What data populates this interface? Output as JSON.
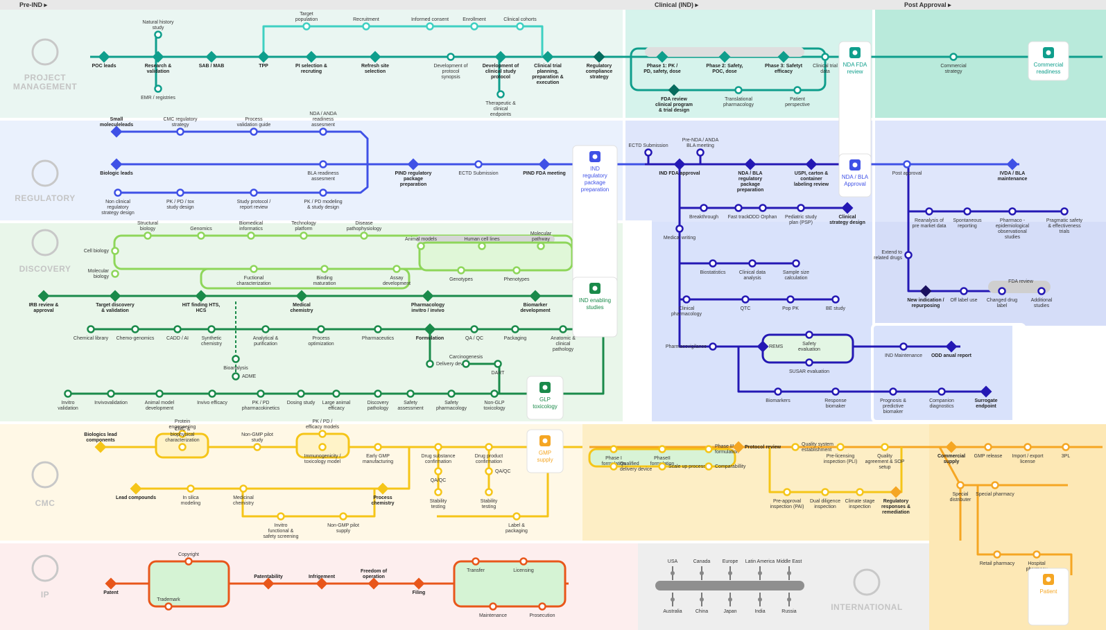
{
  "phases": [
    "Pre-IND ▸",
    "Clinical (IND) ▸",
    "Post Approval ▸"
  ],
  "colors": {
    "pm": "#0f9e8c",
    "pm_light": "#3fd0c2",
    "reg": "#3f51e6",
    "reg_dark": "#2418b4",
    "disc": "#1a8a4a",
    "disc_light": "#8ed65a",
    "cmc": "#f5c518",
    "cmc_dark": "#f5a623",
    "ip": "#e8561a",
    "intl": "#999999"
  },
  "bands": [
    {
      "key": "pm",
      "title": "PROJECT MANAGEMENT",
      "icon": "puzzle-icon"
    },
    {
      "key": "reg",
      "title": "REGULATORY",
      "icon": "bank-icon"
    },
    {
      "key": "disc",
      "title": "DISCOVERY",
      "icon": "flask-icon"
    },
    {
      "key": "cmc",
      "title": "CMC",
      "icon": "molecule-icon"
    },
    {
      "key": "ip",
      "title": "IP",
      "icon": "shield-check-icon"
    },
    {
      "key": "intl",
      "title": "INTERNATIONAL",
      "icon": "airplane-icon"
    }
  ],
  "cards": [
    {
      "label": "NDA FDA review",
      "color": "#0f9e8c"
    },
    {
      "label": "Commercial readiness",
      "color": "#0f9e8c"
    },
    {
      "label": "IND regulatory package preparation",
      "color": "#3f51e6"
    },
    {
      "label": "NDA / BLA Approval",
      "color": "#3f51e6"
    },
    {
      "label": "IND enabling studies",
      "color": "#1a8a4a"
    },
    {
      "label": "GLP toxicology",
      "color": "#1a8a4a"
    },
    {
      "label": "GMP supply",
      "color": "#f5a623"
    },
    {
      "label": "Patient",
      "color": "#f5a623"
    }
  ],
  "nodes": [
    {
      "t": "POC leads",
      "c": "pm",
      "s": "d",
      "b": 1
    },
    {
      "t": "Natural history study",
      "c": "pm",
      "s": "c"
    },
    {
      "t": "Research & validation",
      "c": "pm",
      "s": "d",
      "b": 1
    },
    {
      "t": "EMR / registries",
      "c": "pm",
      "s": "c"
    },
    {
      "t": "SAB / MAB",
      "c": "pm",
      "s": "d",
      "b": 1
    },
    {
      "t": "TPP",
      "c": "pm",
      "s": "d",
      "b": 1
    },
    {
      "t": "Target population",
      "c": "pm_light",
      "s": "c"
    },
    {
      "t": "Recruitment",
      "c": "pm_light",
      "s": "c"
    },
    {
      "t": "Informed consent",
      "c": "pm_light",
      "s": "c"
    },
    {
      "t": "Enrollment",
      "c": "pm_light",
      "s": "c"
    },
    {
      "t": "Clinical cohorts",
      "c": "pm_light",
      "s": "c"
    },
    {
      "t": "PI selection & recruting",
      "c": "pm",
      "s": "d",
      "b": 1
    },
    {
      "t": "Refresh site selection",
      "c": "pm",
      "s": "d",
      "b": 1
    },
    {
      "t": "Development of protocol synopsis",
      "c": "pm",
      "s": "c"
    },
    {
      "t": "Development of clinical study protocol",
      "c": "pm",
      "s": "d",
      "b": 1
    },
    {
      "t": "Therapeutic & clinical endpoints",
      "c": "pm",
      "s": "c"
    },
    {
      "t": "Clinical trial planning, preparation & execution",
      "c": "pm",
      "s": "d",
      "b": 1
    },
    {
      "t": "Regulatory compliance strategy",
      "c": "pm",
      "s": "dd",
      "b": 1
    },
    {
      "t": "Phase 1: PK / PD, safety, dose",
      "c": "pm",
      "s": "d",
      "b": 1
    },
    {
      "t": "Phase 2: Safety, POC, dose",
      "c": "pm",
      "s": "d",
      "b": 1
    },
    {
      "t": "Phase 3: Safetyt efficacy",
      "c": "pm",
      "s": "d",
      "b": 1
    },
    {
      "t": "Clinical trial data",
      "c": "pm",
      "s": "c"
    },
    {
      "t": "FDA review clinical program & trial design",
      "c": "pm",
      "s": "dd",
      "b": 1
    },
    {
      "t": "Translational pharmacology",
      "c": "pm",
      "s": "c"
    },
    {
      "t": "Patient perspective",
      "c": "pm",
      "s": "c"
    },
    {
      "t": "Commercial strategy",
      "c": "pm",
      "s": "c"
    },
    {
      "t": "Small moleculeleads",
      "c": "reg",
      "s": "d",
      "b": 1
    },
    {
      "t": "Biologic leads",
      "c": "reg",
      "s": "d",
      "b": 1
    },
    {
      "t": "CMC regulatory strategy",
      "c": "reg",
      "s": "c"
    },
    {
      "t": "Process validation guide",
      "c": "reg",
      "s": "c"
    },
    {
      "t": "NDA / ANDA readiness assesment",
      "c": "reg",
      "s": "c"
    },
    {
      "t": "BLA readiness assesment",
      "c": "reg",
      "s": "c"
    },
    {
      "t": "Non clinical regulatory strategy design",
      "c": "reg",
      "s": "c"
    },
    {
      "t": "PK / PD / tox study design",
      "c": "reg",
      "s": "c"
    },
    {
      "t": "Study protocol / report review",
      "c": "reg",
      "s": "c"
    },
    {
      "t": "PK / PD modeling & study design",
      "c": "reg",
      "s": "c"
    },
    {
      "t": "PIND regulatory package preparation",
      "c": "reg",
      "s": "d",
      "b": 1
    },
    {
      "t": "ECTD Submission",
      "c": "reg",
      "s": "c"
    },
    {
      "t": "PIND FDA meeting",
      "c": "reg",
      "s": "d",
      "b": 1
    },
    {
      "t": "ECTD Submission",
      "c": "reg_dark",
      "s": "c"
    },
    {
      "t": "Pre-NDA / ANDA BLA meeting",
      "c": "reg_dark",
      "s": "c"
    },
    {
      "t": "IND FDA approval",
      "c": "reg_dark",
      "s": "d",
      "b": 1
    },
    {
      "t": "NDA / BLA regulatory package preparation",
      "c": "reg_dark",
      "s": "d",
      "b": 1
    },
    {
      "t": "USPI, carton & container labeling review",
      "c": "reg_dark",
      "s": "d",
      "b": 1
    },
    {
      "t": "Post approval",
      "c": "reg",
      "s": "c"
    },
    {
      "t": "IVDA / BLA maintenance",
      "c": "reg",
      "s": "d",
      "b": 1
    },
    {
      "t": "Breakthrough",
      "c": "reg_dark",
      "s": "c"
    },
    {
      "t": "Fast track",
      "c": "reg_dark",
      "s": "c"
    },
    {
      "t": "ODD Orphan",
      "c": "reg_dark",
      "s": "c"
    },
    {
      "t": "Pediatric study plan (PSP)",
      "c": "reg_dark",
      "s": "c"
    },
    {
      "t": "Clinical strategy design",
      "c": "reg_dark",
      "s": "d",
      "b": 1
    },
    {
      "t": "Medical writing",
      "c": "reg_dark",
      "s": "c"
    },
    {
      "t": "Biostatistics",
      "c": "reg_dark",
      "s": "c"
    },
    {
      "t": "Clinical data analysis",
      "c": "reg_dark",
      "s": "c"
    },
    {
      "t": "Sample size calculation",
      "c": "reg_dark",
      "s": "c"
    },
    {
      "t": "Clinical pharmacology",
      "c": "reg_dark",
      "s": "c"
    },
    {
      "t": "QTC",
      "c": "reg_dark",
      "s": "c"
    },
    {
      "t": "Pop PK",
      "c": "reg_dark",
      "s": "c"
    },
    {
      "t": "BE study",
      "c": "reg_dark",
      "s": "c"
    },
    {
      "t": "Pharmacovigilance",
      "c": "reg_dark",
      "s": "c"
    },
    {
      "t": "REMS",
      "c": "reg_dark",
      "s": "d"
    },
    {
      "t": "Safety evaluation",
      "c": "reg_dark",
      "s": "c"
    },
    {
      "t": "SUSAR evaluation",
      "c": "reg_dark",
      "s": "c"
    },
    {
      "t": "IND Maintenance",
      "c": "reg_dark",
      "s": "c"
    },
    {
      "t": "ODD anual report",
      "c": "reg_dark",
      "s": "d",
      "b": 1
    },
    {
      "t": "Biomarkers",
      "c": "reg_dark",
      "s": "c"
    },
    {
      "t": "Response biomaker",
      "c": "reg_dark",
      "s": "c"
    },
    {
      "t": "Prognosis & predictive biomaker",
      "c": "reg_dark",
      "s": "c"
    },
    {
      "t": "Companion diagnostics",
      "c": "reg_dark",
      "s": "c"
    },
    {
      "t": "Surrogate endpoint",
      "c": "reg_dark",
      "s": "d",
      "b": 1
    },
    {
      "t": "Reanalysis of pre market data",
      "c": "reg_dark",
      "s": "c"
    },
    {
      "t": "Spontaneous reporting",
      "c": "reg_dark",
      "s": "c"
    },
    {
      "t": "Pharmaco - epidemiological observational studies",
      "c": "reg_dark",
      "s": "c"
    },
    {
      "t": "Pragmatic safety & effectiveness trials",
      "c": "reg_dark",
      "s": "c"
    },
    {
      "t": "Extend to related drugs",
      "c": "reg_dark",
      "s": "c"
    },
    {
      "t": "New indication / repurposing",
      "c": "reg_dark",
      "s": "dk",
      "b": 1
    },
    {
      "t": "Off label use",
      "c": "reg_dark",
      "s": "c"
    },
    {
      "t": "Changed drug label",
      "c": "reg_dark",
      "s": "c"
    },
    {
      "t": "Additional studies",
      "c": "reg_dark",
      "s": "c"
    },
    {
      "t": "FDA review",
      "c": "reg_dark",
      "s": "x"
    },
    {
      "t": "Cell biology",
      "c": "disc_light",
      "s": "c"
    },
    {
      "t": "Molecular biology",
      "c": "disc_light",
      "s": "c"
    },
    {
      "t": "Structural biology",
      "c": "disc_light",
      "s": "c"
    },
    {
      "t": "Genomics",
      "c": "disc_light",
      "s": "c"
    },
    {
      "t": "Biomedical informatics",
      "c": "disc_light",
      "s": "c"
    },
    {
      "t": "Technology platform",
      "c": "disc_light",
      "s": "c"
    },
    {
      "t": "Disease pathophysiology",
      "c": "disc_light",
      "s": "c"
    },
    {
      "t": "Animal models",
      "c": "disc_light",
      "s": "c"
    },
    {
      "t": "Human cell lines",
      "c": "disc_light",
      "s": "c"
    },
    {
      "t": "Molecular pathway",
      "c": "disc_light",
      "s": "c"
    },
    {
      "t": "Genotypes",
      "c": "disc_light",
      "s": "c"
    },
    {
      "t": "Phenotypes",
      "c": "disc_light",
      "s": "c"
    },
    {
      "t": "Fuctional characterization",
      "c": "disc_light",
      "s": "c"
    },
    {
      "t": "Binding maturation",
      "c": "disc_light",
      "s": "c"
    },
    {
      "t": "Assay development",
      "c": "disc_light",
      "s": "c"
    },
    {
      "t": "IRB review & approval",
      "c": "disc",
      "s": "d",
      "b": 1
    },
    {
      "t": "Target discovery & validation",
      "c": "disc",
      "s": "d",
      "b": 1
    },
    {
      "t": "HIT finding HTS, HCS",
      "c": "disc",
      "s": "d",
      "b": 1
    },
    {
      "t": "Medical chemistry",
      "c": "disc",
      "s": "d",
      "b": 1
    },
    {
      "t": "Pharmacology invitro / invivo",
      "c": "disc",
      "s": "d",
      "b": 1
    },
    {
      "t": "Biomarker development",
      "c": "disc",
      "s": "d",
      "b": 1
    },
    {
      "t": "Chemical library",
      "c": "disc",
      "s": "c"
    },
    {
      "t": "Chemo-genomics",
      "c": "disc",
      "s": "c"
    },
    {
      "t": "CADD / AI",
      "c": "disc",
      "s": "c"
    },
    {
      "t": "Synthetic chemistry",
      "c": "disc",
      "s": "c"
    },
    {
      "t": "Analytical & purification",
      "c": "disc",
      "s": "c"
    },
    {
      "t": "Process optimization",
      "c": "disc",
      "s": "c"
    },
    {
      "t": "Pharmaceutics",
      "c": "disc",
      "s": "c"
    },
    {
      "t": "Formulation",
      "c": "disc",
      "s": "d",
      "b": 1
    },
    {
      "t": "QA / QC",
      "c": "disc",
      "s": "c"
    },
    {
      "t": "Packaging",
      "c": "disc",
      "s": "c"
    },
    {
      "t": "Anatomic & clinical pathology",
      "c": "disc",
      "s": "c"
    },
    {
      "t": "Bioanalysis",
      "c": "disc",
      "s": "c"
    },
    {
      "t": "ADME",
      "c": "disc",
      "s": "c"
    },
    {
      "t": "Delivery device",
      "c": "disc",
      "s": "c"
    },
    {
      "t": "Carcinogenesis",
      "c": "disc",
      "s": "c"
    },
    {
      "t": "DART",
      "c": "disc",
      "s": "c"
    },
    {
      "t": "Invitro validation",
      "c": "disc",
      "s": "c"
    },
    {
      "t": "Invivovalidation",
      "c": "disc",
      "s": "c"
    },
    {
      "t": "Animal model development",
      "c": "disc",
      "s": "c"
    },
    {
      "t": "Invivo efficacy",
      "c": "disc",
      "s": "c"
    },
    {
      "t": "PK / PD pharmacokinetics",
      "c": "disc",
      "s": "c"
    },
    {
      "t": "Dosing study",
      "c": "disc",
      "s": "c"
    },
    {
      "t": "Large animal efficacy",
      "c": "disc",
      "s": "c"
    },
    {
      "t": "Discovery pathology",
      "c": "disc",
      "s": "c"
    },
    {
      "t": "Safety assessment",
      "c": "disc",
      "s": "c"
    },
    {
      "t": "Safety pharmacology",
      "c": "disc",
      "s": "c"
    },
    {
      "t": "Non-GLP toxicology",
      "c": "disc",
      "s": "c"
    },
    {
      "t": "Biologics lead components",
      "c": "cmc",
      "s": "d",
      "b": 1
    },
    {
      "t": "Protein engeneering",
      "c": "cmc",
      "s": "c"
    },
    {
      "t": "CMC & biophysical characterization",
      "c": "cmc",
      "s": "c"
    },
    {
      "t": "Non-GMP pilot study",
      "c": "cmc",
      "s": "c"
    },
    {
      "t": "PK / PD / efficacy models",
      "c": "cmc",
      "s": "c"
    },
    {
      "t": "Immunogenicity / toxicology model",
      "c": "cmc",
      "s": "c"
    },
    {
      "t": "Early GMP manufacturing",
      "c": "cmc",
      "s": "c"
    },
    {
      "t": "Lead compounds",
      "c": "cmc",
      "s": "d",
      "b": 1
    },
    {
      "t": "In silica modeling",
      "c": "cmc",
      "s": "c"
    },
    {
      "t": "Medicinal chemistry",
      "c": "cmc",
      "s": "c"
    },
    {
      "t": "Invitro functional & safety screening",
      "c": "cmc",
      "s": "c"
    },
    {
      "t": "Non-GMP pilot supply",
      "c": "cmc",
      "s": "c"
    },
    {
      "t": "Process chemistry",
      "c": "cmc",
      "s": "d",
      "b": 1
    },
    {
      "t": "Drug substance confirmation",
      "c": "cmc",
      "s": "c"
    },
    {
      "t": "Drug product confirmation",
      "c": "cmc",
      "s": "c"
    },
    {
      "t": "QA/QC",
      "c": "cmc",
      "s": "c"
    },
    {
      "t": "Stability testing",
      "c": "cmc",
      "s": "c"
    },
    {
      "t": "QA/QC",
      "c": "cmc",
      "s": "c"
    },
    {
      "t": "Stability testing",
      "c": "cmc",
      "s": "c"
    },
    {
      "t": "Label & packaging",
      "c": "cmc",
      "s": "c"
    },
    {
      "t": "Phase I formulation",
      "c": "cmc",
      "s": "c"
    },
    {
      "t": "PhaseII formulation",
      "c": "cmc",
      "s": "c"
    },
    {
      "t": "Phase III formulation",
      "c": "cmc",
      "s": "c"
    },
    {
      "t": "Qualified delivery device",
      "c": "cmc",
      "s": "c"
    },
    {
      "t": "Scale up process",
      "c": "cmc",
      "s": "c"
    },
    {
      "t": "Comparabillity",
      "c": "cmc",
      "s": "c"
    },
    {
      "t": "Protocol review",
      "c": "cmc_dark",
      "s": "d",
      "b": 1
    },
    {
      "t": "Quality system establishment",
      "c": "cmc",
      "s": "c"
    },
    {
      "t": "Pre-licensing inspection (PLI)",
      "c": "cmc",
      "s": "c"
    },
    {
      "t": "Quality agreement & SOP setup",
      "c": "cmc",
      "s": "c"
    },
    {
      "t": "Pre-approval inspection (PAI)",
      "c": "cmc",
      "s": "c"
    },
    {
      "t": "Dual diligence inspection",
      "c": "cmc",
      "s": "c"
    },
    {
      "t": "Climate stage inspection",
      "c": "cmc",
      "s": "c"
    },
    {
      "t": "Regulatory responses & remediation",
      "c": "cmc_dark",
      "s": "d",
      "b": 1
    },
    {
      "t": "Commercial supply",
      "c": "cmc_dark",
      "s": "d",
      "b": 1
    },
    {
      "t": "GMP release",
      "c": "cmc_dark",
      "s": "c"
    },
    {
      "t": "Import / export license",
      "c": "cmc_dark",
      "s": "c"
    },
    {
      "t": "3PL",
      "c": "cmc_dark",
      "s": "c"
    },
    {
      "t": "Special distributer",
      "c": "cmc_dark",
      "s": "c"
    },
    {
      "t": "Special pharmacy",
      "c": "cmc_dark",
      "s": "c"
    },
    {
      "t": "Retail pharmacy",
      "c": "cmc_dark",
      "s": "c"
    },
    {
      "t": "Hospital pharmacy",
      "c": "cmc_dark",
      "s": "c"
    },
    {
      "t": "Patent",
      "c": "ip",
      "s": "d",
      "b": 1
    },
    {
      "t": "Copyright",
      "c": "ip",
      "s": "c"
    },
    {
      "t": "Trademark",
      "c": "ip",
      "s": "c"
    },
    {
      "t": "Patentability",
      "c": "ip",
      "s": "d",
      "b": 1
    },
    {
      "t": "Infrigement",
      "c": "ip",
      "s": "d",
      "b": 1
    },
    {
      "t": "Freedom of operation",
      "c": "ip",
      "s": "d",
      "b": 1
    },
    {
      "t": "Filing",
      "c": "ip",
      "s": "d",
      "b": 1
    },
    {
      "t": "Transfer",
      "c": "ip",
      "s": "c"
    },
    {
      "t": "Licensing",
      "c": "ip",
      "s": "c"
    },
    {
      "t": "Maintenance",
      "c": "ip",
      "s": "c"
    },
    {
      "t": "Prosecution",
      "c": "ip",
      "s": "c"
    },
    {
      "t": "USA",
      "c": "intl",
      "s": "p"
    },
    {
      "t": "Canada",
      "c": "intl",
      "s": "p"
    },
    {
      "t": "Europe",
      "c": "intl",
      "s": "p"
    },
    {
      "t": "Latin America",
      "c": "intl",
      "s": "p"
    },
    {
      "t": "Middle East",
      "c": "intl",
      "s": "p"
    },
    {
      "t": "Australia",
      "c": "intl",
      "s": "p"
    },
    {
      "t": "China",
      "c": "intl",
      "s": "p"
    },
    {
      "t": "Japan",
      "c": "intl",
      "s": "p"
    },
    {
      "t": "India",
      "c": "intl",
      "s": "p"
    },
    {
      "t": "Russia",
      "c": "intl",
      "s": "p"
    }
  ]
}
